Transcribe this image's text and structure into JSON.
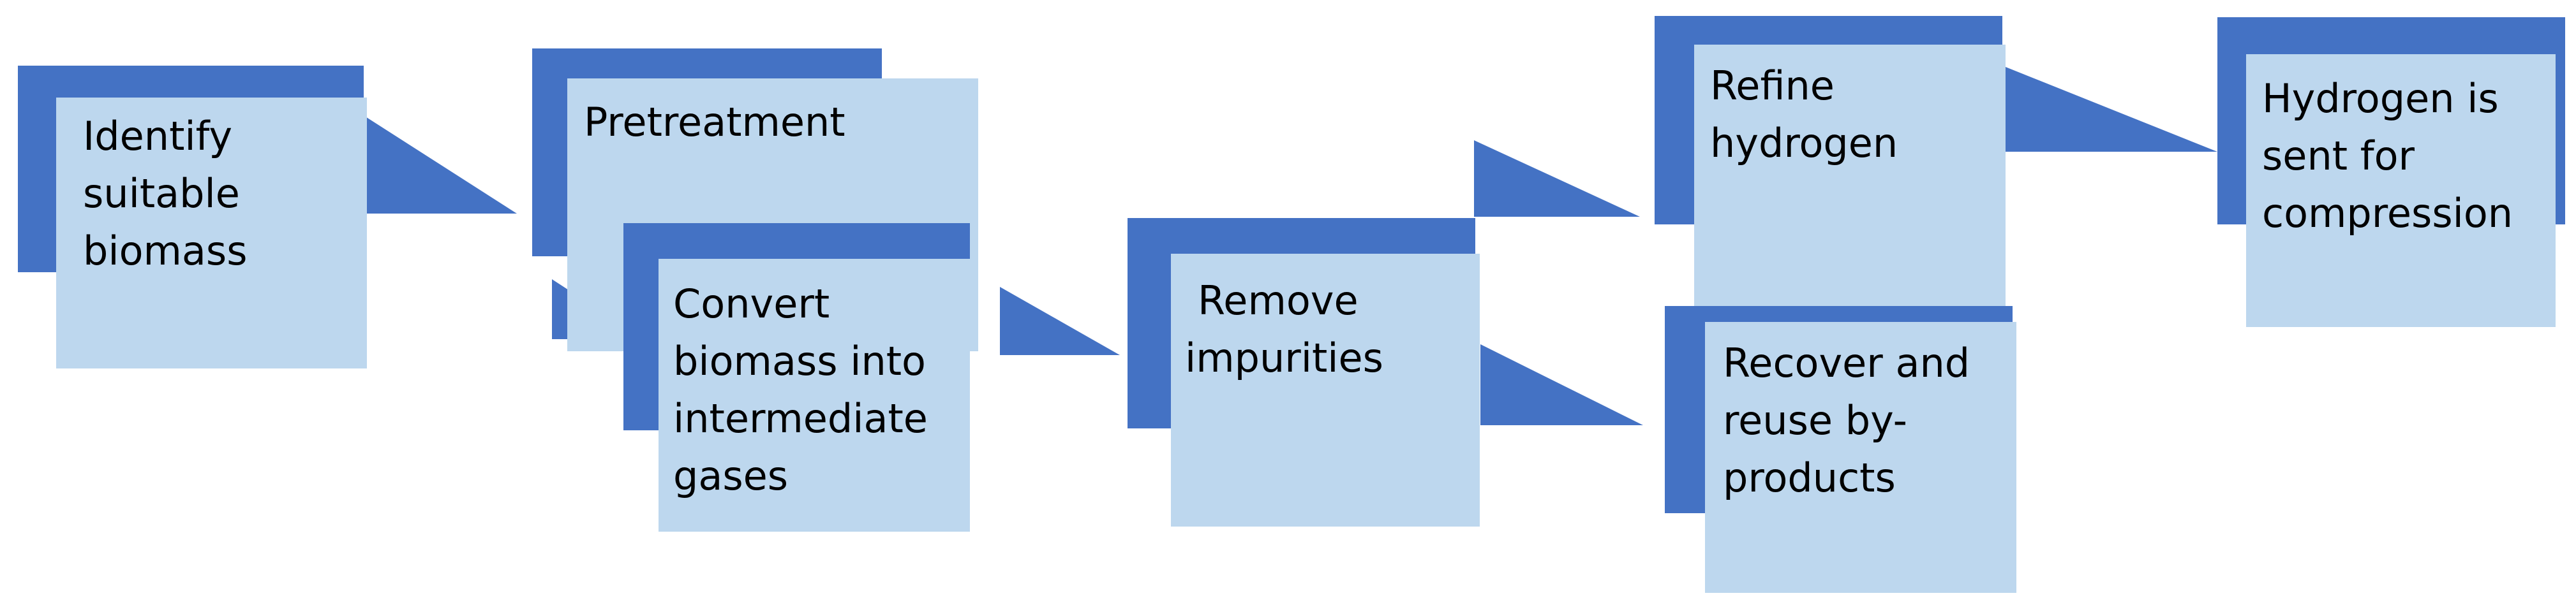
{
  "colors": {
    "accent": "#4472C4",
    "box": "#BDD7EE",
    "text": "#000000",
    "background": "#FFFFFF"
  },
  "steps": {
    "identify": {
      "lines": [
        "Identify",
        "suitable",
        "biomass"
      ]
    },
    "pretreatment": {
      "lines": [
        "Pretreatment"
      ]
    },
    "convert": {
      "lines": [
        "Convert",
        "biomass into",
        "intermediate",
        "gases"
      ]
    },
    "remove": {
      "lines": [
        "Remove",
        "impurities"
      ]
    },
    "refine": {
      "lines": [
        "Refine",
        "hydrogen"
      ]
    },
    "recover": {
      "lines": [
        "Recover and",
        "reuse by-",
        "products"
      ]
    },
    "compression": {
      "lines": [
        "Hydrogen is",
        "sent for",
        "compression"
      ]
    }
  }
}
